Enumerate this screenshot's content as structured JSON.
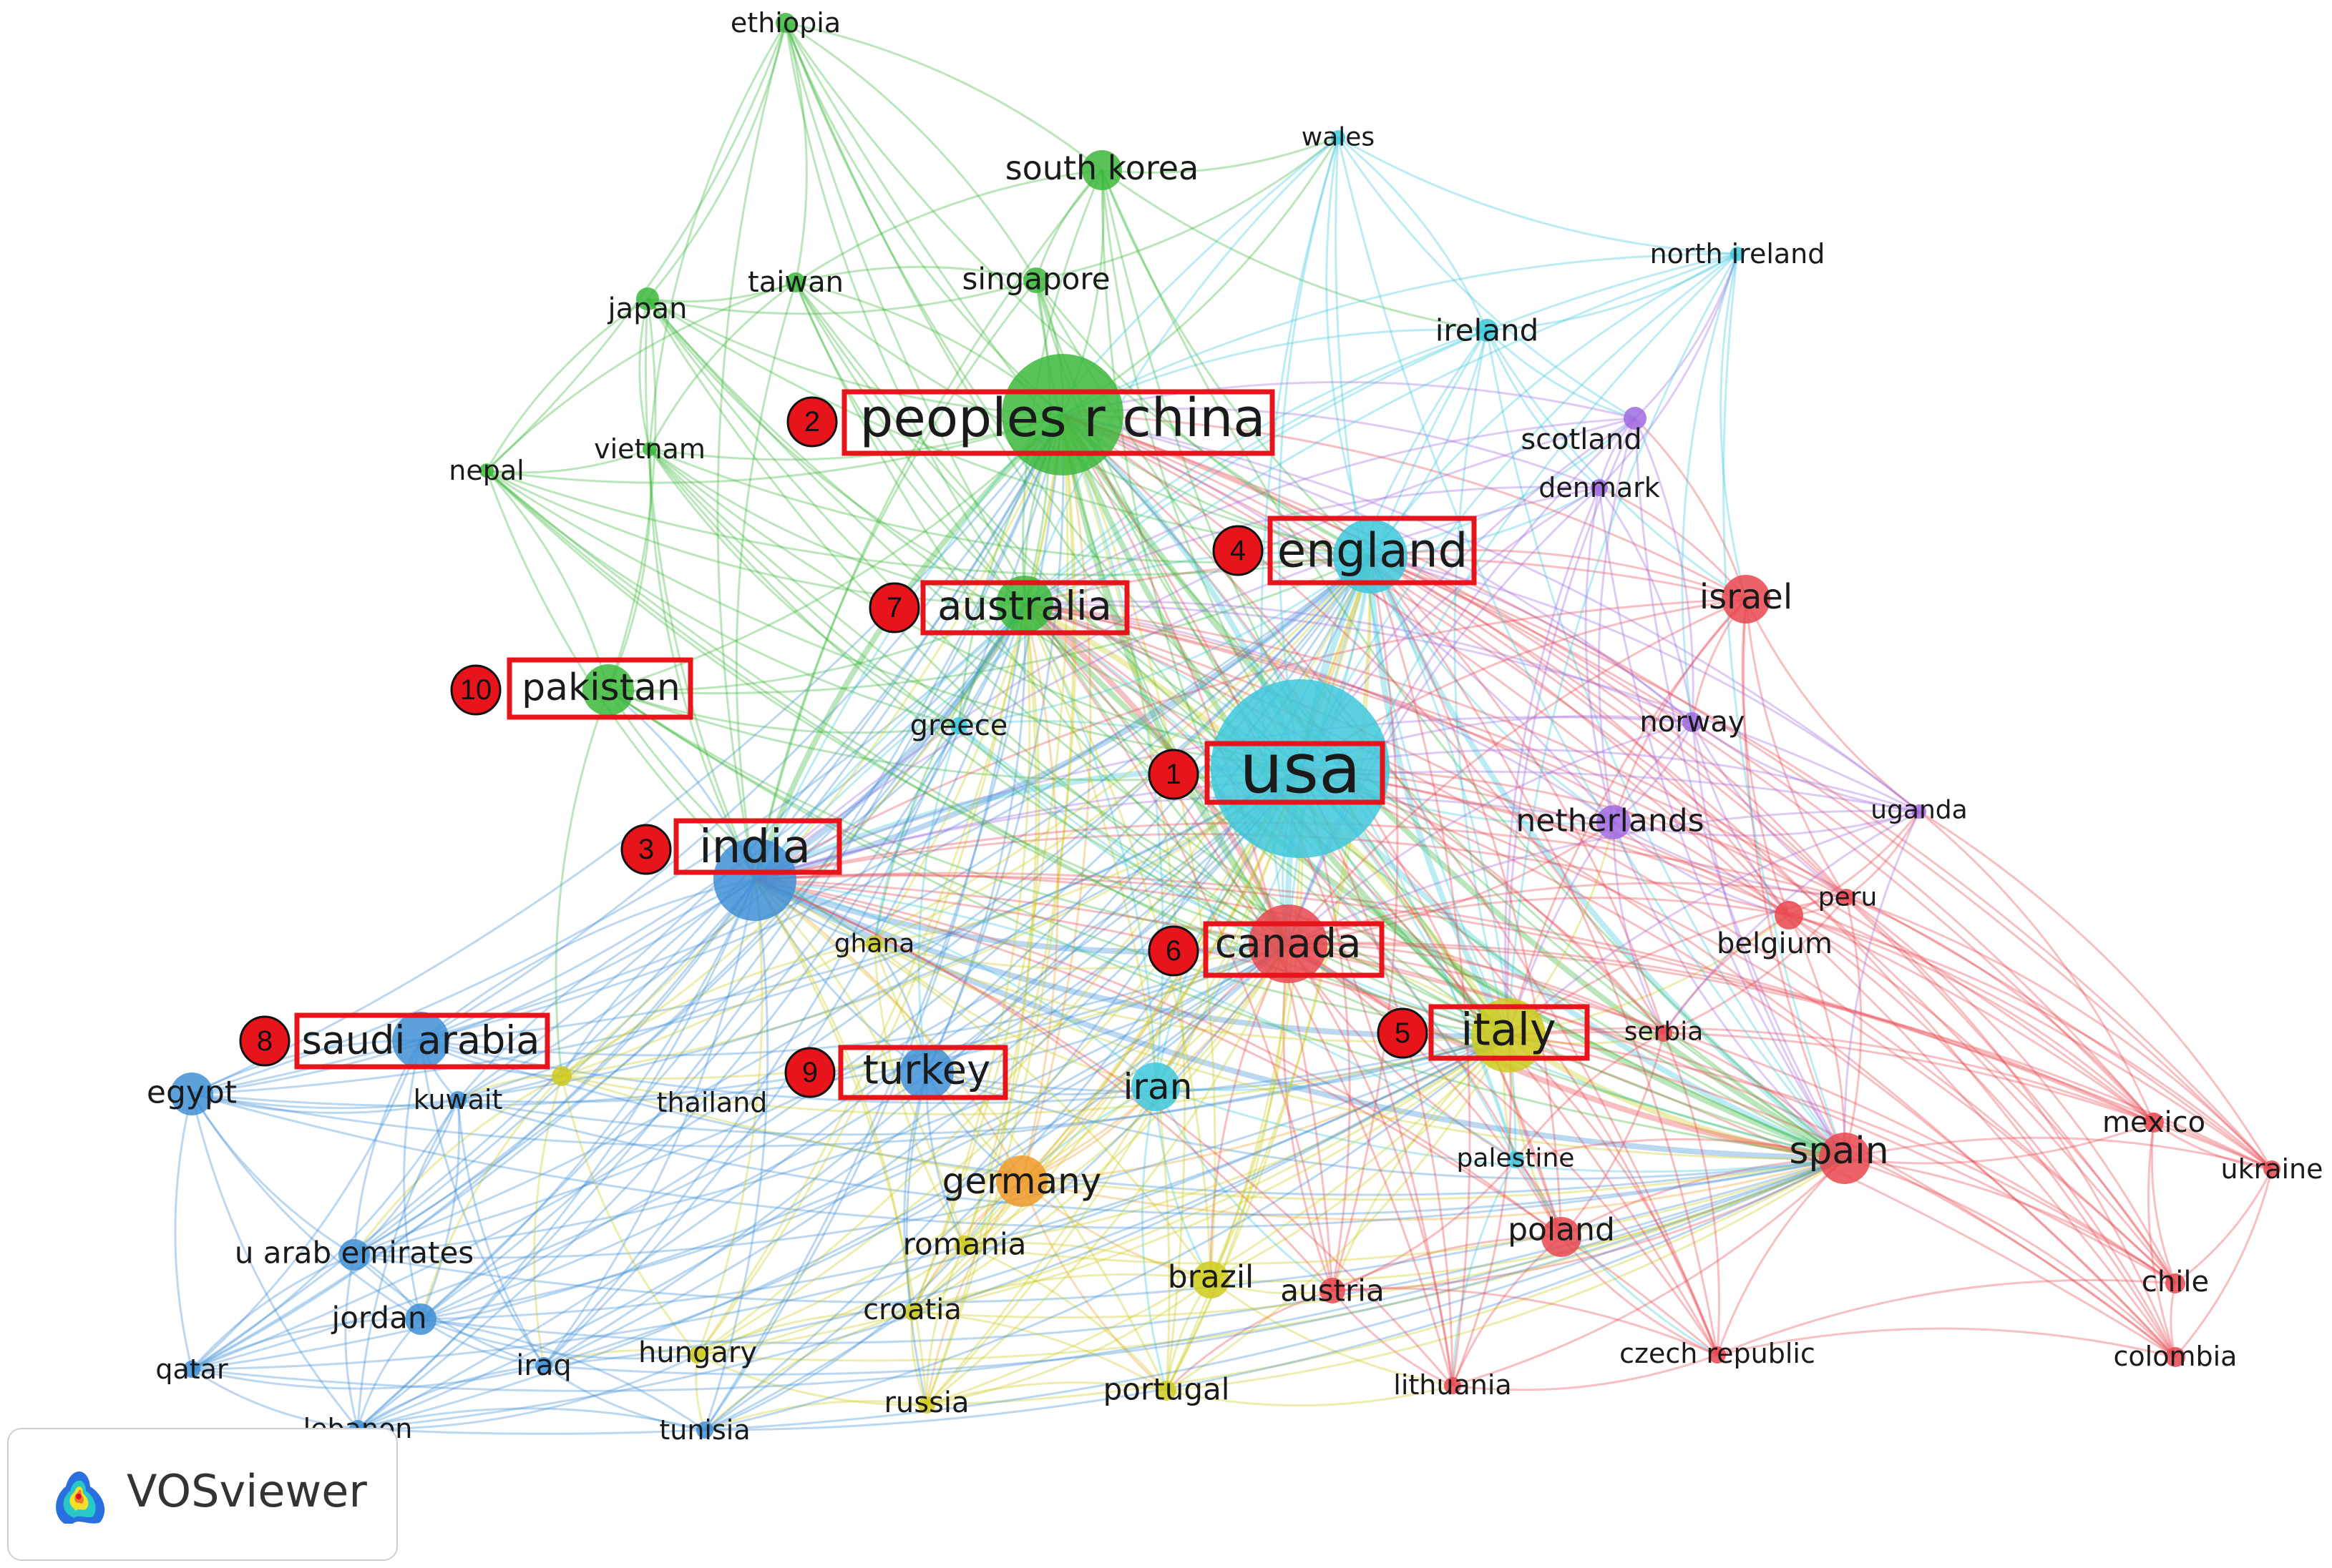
{
  "cluster_colors": {
    "red": "#e8484f",
    "green": "#3cb83c",
    "blue": "#3f8fd6",
    "yellow": "#cfcb1e",
    "purple": "#a06be0",
    "cyan": "#3ec8dc",
    "orange": "#f09a2a"
  },
  "nodes": [
    {
      "id": "usa",
      "label": "usa",
      "cluster": "cyan",
      "size": 120,
      "rank": "1"
    },
    {
      "id": "peoples r china",
      "label": "peoples r china",
      "cluster": "green",
      "size": 80,
      "rank": "2"
    },
    {
      "id": "india",
      "label": "india",
      "cluster": "blue",
      "size": 60,
      "rank": "3"
    },
    {
      "id": "england",
      "label": "england",
      "cluster": "cyan",
      "size": 58,
      "rank": "4"
    },
    {
      "id": "italy",
      "label": "italy",
      "cluster": "yellow",
      "size": 56,
      "rank": "5"
    },
    {
      "id": "canada",
      "label": "canada",
      "cluster": "red",
      "size": 54,
      "rank": "6"
    },
    {
      "id": "australia",
      "label": "australia",
      "cluster": "green",
      "size": 52,
      "rank": "7"
    },
    {
      "id": "saudi arabia",
      "label": "saudi arabia",
      "cluster": "blue",
      "size": 48,
      "rank": "8"
    },
    {
      "id": "turkey",
      "label": "turkey",
      "cluster": "blue",
      "size": 46,
      "rank": "9"
    },
    {
      "id": "pakistan",
      "label": "pakistan",
      "cluster": "green",
      "size": 44,
      "rank": "10"
    },
    {
      "id": "spain",
      "label": "spain",
      "cluster": "red",
      "size": 46
    },
    {
      "id": "germany",
      "label": "germany",
      "cluster": "orange",
      "size": 42
    },
    {
      "id": "iran",
      "label": "iran",
      "cluster": "cyan",
      "size": 40
    },
    {
      "id": "israel",
      "label": "israel",
      "cluster": "red",
      "size": 38
    },
    {
      "id": "netherlands",
      "label": "netherlands",
      "cluster": "purple",
      "size": 36
    },
    {
      "id": "south korea",
      "label": "south korea",
      "cluster": "green",
      "size": 36
    },
    {
      "id": "brazil",
      "label": "brazil",
      "cluster": "yellow",
      "size": 36
    },
    {
      "id": "poland",
      "label": "poland",
      "cluster": "red",
      "size": 34
    },
    {
      "id": "egypt",
      "label": "egypt",
      "cluster": "blue",
      "size": 34
    },
    {
      "id": "jordan",
      "label": "jordan",
      "cluster": "blue",
      "size": 32
    },
    {
      "id": "u arab emirates",
      "label": "u arab emirates",
      "cluster": "blue",
      "size": 30
    },
    {
      "id": "austria",
      "label": "austria",
      "cluster": "red",
      "size": 30
    },
    {
      "id": "portugal",
      "label": "portugal",
      "cluster": "yellow",
      "size": 30
    },
    {
      "id": "mexico",
      "label": "mexico",
      "cluster": "red",
      "size": 30
    },
    {
      "id": "chile",
      "label": "chile",
      "cluster": "red",
      "size": 30
    },
    {
      "id": "romania",
      "label": "romania",
      "cluster": "yellow",
      "size": 28
    },
    {
      "id": "ireland",
      "label": "ireland",
      "cluster": "cyan",
      "size": 28
    },
    {
      "id": "norway",
      "label": "norway",
      "cluster": "purple",
      "size": 28
    },
    {
      "id": "belgium",
      "label": "belgium",
      "cluster": "red",
      "size": 28
    },
    {
      "id": "scotland",
      "label": "scotland",
      "cluster": "purple",
      "size": 28
    },
    {
      "id": "japan",
      "label": "japan",
      "cluster": "green",
      "size": 28
    },
    {
      "id": "singapore",
      "label": "singapore",
      "cluster": "green",
      "size": 28
    },
    {
      "id": "taiwan",
      "label": "taiwan",
      "cluster": "green",
      "size": 28
    },
    {
      "id": "greece",
      "label": "greece",
      "cluster": "cyan",
      "size": 26
    },
    {
      "id": "thailand",
      "label": "thailand",
      "cluster": "yellow",
      "size": 26
    },
    {
      "id": "kuwait",
      "label": "kuwait",
      "cluster": "blue",
      "size": 26
    },
    {
      "id": "ghana",
      "label": "ghana",
      "cluster": "yellow",
      "size": 26
    },
    {
      "id": "croatia",
      "label": "croatia",
      "cluster": "yellow",
      "size": 26
    },
    {
      "id": "hungary",
      "label": "hungary",
      "cluster": "yellow",
      "size": 26
    },
    {
      "id": "russia",
      "label": "russia",
      "cluster": "yellow",
      "size": 26
    },
    {
      "id": "iraq",
      "label": "iraq",
      "cluster": "blue",
      "size": 26
    },
    {
      "id": "tunisia",
      "label": "tunisia",
      "cluster": "blue",
      "size": 26
    },
    {
      "id": "qatar",
      "label": "qatar",
      "cluster": "blue",
      "size": 26
    },
    {
      "id": "lebanon",
      "label": "lebanon",
      "cluster": "blue",
      "size": 26
    },
    {
      "id": "serbia",
      "label": "serbia",
      "cluster": "red",
      "size": 26
    },
    {
      "id": "palestine",
      "label": "palestine",
      "cluster": "cyan",
      "size": 26
    },
    {
      "id": "lithuania",
      "label": "lithuania",
      "cluster": "red",
      "size": 26
    },
    {
      "id": "czech republic",
      "label": "czech republic",
      "cluster": "red",
      "size": 26
    },
    {
      "id": "colombia",
      "label": "colombia",
      "cluster": "red",
      "size": 26
    },
    {
      "id": "ukraine",
      "label": "ukraine",
      "cluster": "red",
      "size": 26
    },
    {
      "id": "peru",
      "label": "peru",
      "cluster": "red",
      "size": 26
    },
    {
      "id": "uganda",
      "label": "uganda",
      "cluster": "purple",
      "size": 26
    },
    {
      "id": "denmark",
      "label": "denmark",
      "cluster": "purple",
      "size": 26
    },
    {
      "id": "nepal",
      "label": "nepal",
      "cluster": "green",
      "size": 26
    },
    {
      "id": "vietnam",
      "label": "vietnam",
      "cluster": "green",
      "size": 26
    },
    {
      "id": "ethiopia",
      "label": "ethiopia",
      "cluster": "green",
      "size": 24
    },
    {
      "id": "wales",
      "label": "wales",
      "cluster": "cyan",
      "size": 24
    },
    {
      "id": "north ireland",
      "label": "north ireland",
      "cluster": "cyan",
      "size": 24
    }
  ],
  "logo": {
    "text": "VOSviewer"
  }
}
